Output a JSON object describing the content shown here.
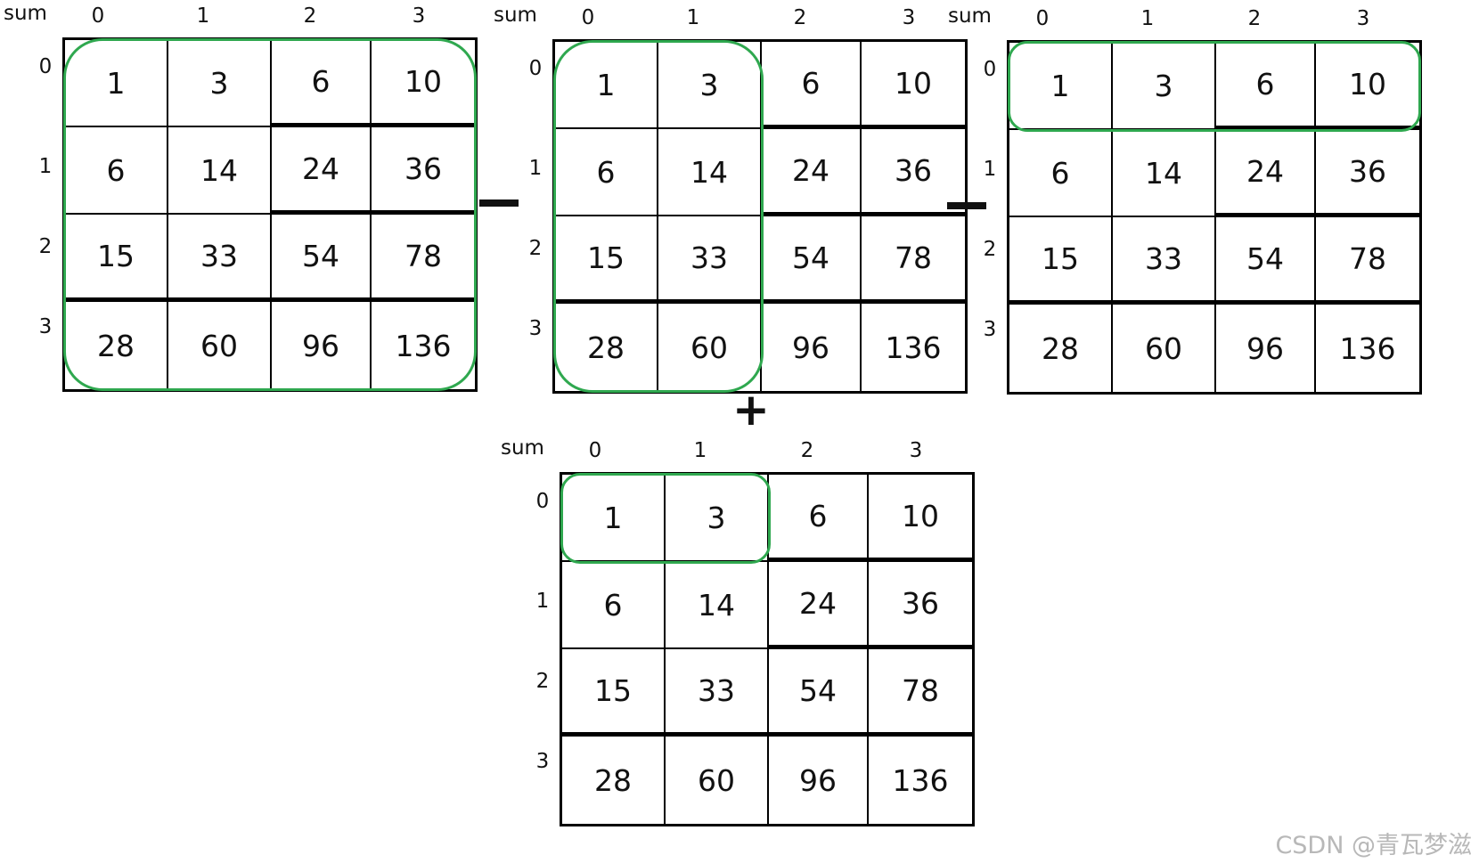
{
  "column_headers": [
    "0",
    "1",
    "2",
    "3"
  ],
  "row_headers": [
    "0",
    "1",
    "2",
    "3"
  ],
  "highlight_color": "#2fa84f",
  "operators": {
    "minus_1": "−",
    "minus_2": "−",
    "plus": "+"
  },
  "watermark": "CSDN @青瓦梦滋",
  "matrices": [
    {
      "label": "sum",
      "values": [
        [
          "1",
          "3",
          "6",
          "10"
        ],
        [
          "6",
          "14",
          "24",
          "36"
        ],
        [
          "15",
          "33",
          "54",
          "78"
        ],
        [
          "28",
          "60",
          "96",
          "136"
        ]
      ],
      "highlight": {
        "from_row": 0,
        "to_row": 3,
        "from_col": 0,
        "to_col": 3
      }
    },
    {
      "label": "sum",
      "values": [
        [
          "1",
          "3",
          "6",
          "10"
        ],
        [
          "6",
          "14",
          "24",
          "36"
        ],
        [
          "15",
          "33",
          "54",
          "78"
        ],
        [
          "28",
          "60",
          "96",
          "136"
        ]
      ],
      "highlight": {
        "from_row": 0,
        "to_row": 3,
        "from_col": 0,
        "to_col": 1
      }
    },
    {
      "label": "sum",
      "values": [
        [
          "1",
          "3",
          "6",
          "10"
        ],
        [
          "6",
          "14",
          "24",
          "36"
        ],
        [
          "15",
          "33",
          "54",
          "78"
        ],
        [
          "28",
          "60",
          "96",
          "136"
        ]
      ],
      "highlight": {
        "from_row": 0,
        "to_row": 0,
        "from_col": 0,
        "to_col": 3
      }
    },
    {
      "label": "sum",
      "values": [
        [
          "1",
          "3",
          "6",
          "10"
        ],
        [
          "6",
          "14",
          "24",
          "36"
        ],
        [
          "15",
          "33",
          "54",
          "78"
        ],
        [
          "28",
          "60",
          "96",
          "136"
        ]
      ],
      "highlight": {
        "from_row": 0,
        "to_row": 0,
        "from_col": 0,
        "to_col": 1
      }
    }
  ]
}
